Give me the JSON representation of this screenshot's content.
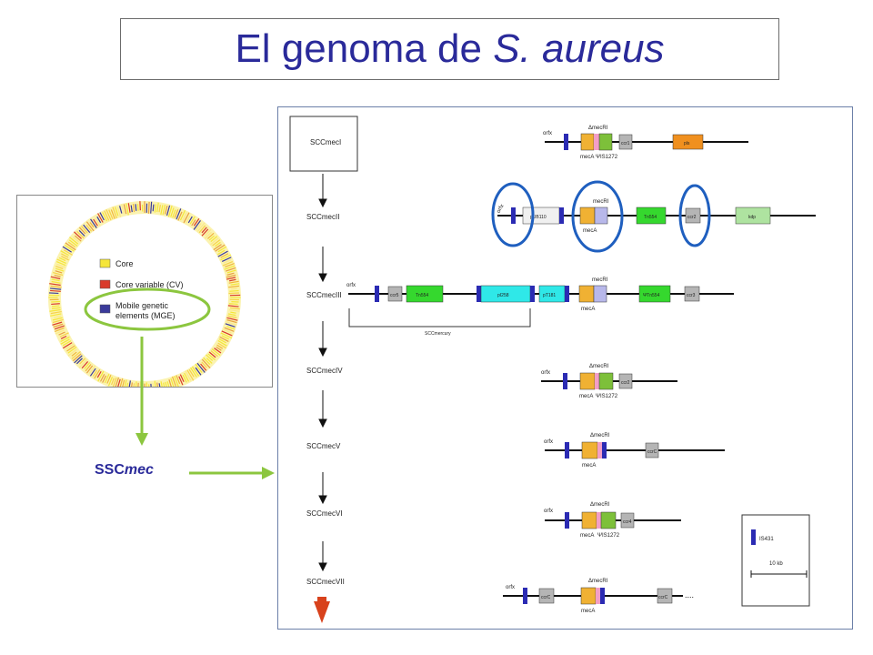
{
  "title": {
    "prefix": "El genoma de ",
    "species": "S. aureus"
  },
  "legend": {
    "core": "Core",
    "core_variable": "Core variable (CV)",
    "mge_line1": "Mobile genetic",
    "mge_line2": "elements (MGE)"
  },
  "colors": {
    "core": "#f5e63a",
    "core_variable": "#d93b2a",
    "mge": "#3a3a9a",
    "green_arrow": "#8cc63f",
    "highlight_circle": "#1f5fbf",
    "red_arrow": "#d8421c",
    "title": "#2a2a9a"
  },
  "ssc_label": {
    "bold": "SSC",
    "italic": "mec"
  },
  "scc_types": [
    "SCCmecI",
    "SCCmecII",
    "SCCmecIII",
    "SCCmecIV",
    "SCCmecV",
    "SCCmecVI",
    "SCCmecVII"
  ],
  "gene_labels": {
    "orfx": "orfx",
    "mecR1_trunc": "ΔmecRI",
    "mecR1": "mecRI",
    "mecA": "mecA",
    "is1272": "ΨIS1272",
    "ccrA1": "ccr1",
    "pls": "pls",
    "pUB110": "pUB110",
    "tn554": "Tn554",
    "ccr2": "ccr2",
    "kdp": "kdp",
    "ccr5": "ccr5",
    "pI258": "pI258",
    "pT181": "pT181",
    "psiTn554": "ΨTn554",
    "ccr3": "ccr3",
    "scc_mercury": "SCCmercury",
    "ccr_c": "ccrC",
    "ccr4": "ccr4"
  },
  "scale_legend": {
    "is431": "IS431",
    "scale": "10 kb"
  }
}
